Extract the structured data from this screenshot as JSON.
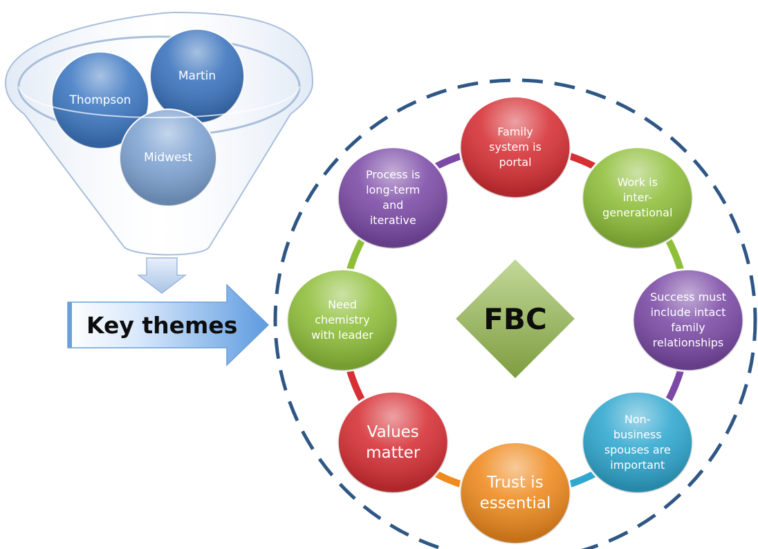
{
  "funnel": {
    "circles": [
      {
        "label": "Thompson",
        "color": "#3d78c2"
      },
      {
        "label": "Martin",
        "color": "#3a73bd"
      },
      {
        "label": "Midwest",
        "color": "#7ea3d2"
      }
    ]
  },
  "arrow": {
    "label": "Key themes"
  },
  "cycle": {
    "center": "FBC",
    "center_color": "#8fb04f",
    "themes": [
      {
        "label": "Family\nsystem is\nportal",
        "color": "#d62f34"
      },
      {
        "label": "Work is\ninter-\ngenerational",
        "color": "#8fbf3a"
      },
      {
        "label": "Success must\ninclude intact\nfamily\nrelationships",
        "color": "#7b4aa6"
      },
      {
        "label": "Non-\nbusiness\nspouses are\nimportant",
        "color": "#2fa7cf"
      },
      {
        "label": "Trust is\nessential",
        "color": "#ef8a1e"
      },
      {
        "label": "Values\nmatter",
        "color": "#d62f34"
      },
      {
        "label": "Need\nchemistry\nwith leader",
        "color": "#8fbf3a"
      },
      {
        "label": "Process is\nlong-term\nand\niterative",
        "color": "#7b4aa6"
      }
    ]
  }
}
